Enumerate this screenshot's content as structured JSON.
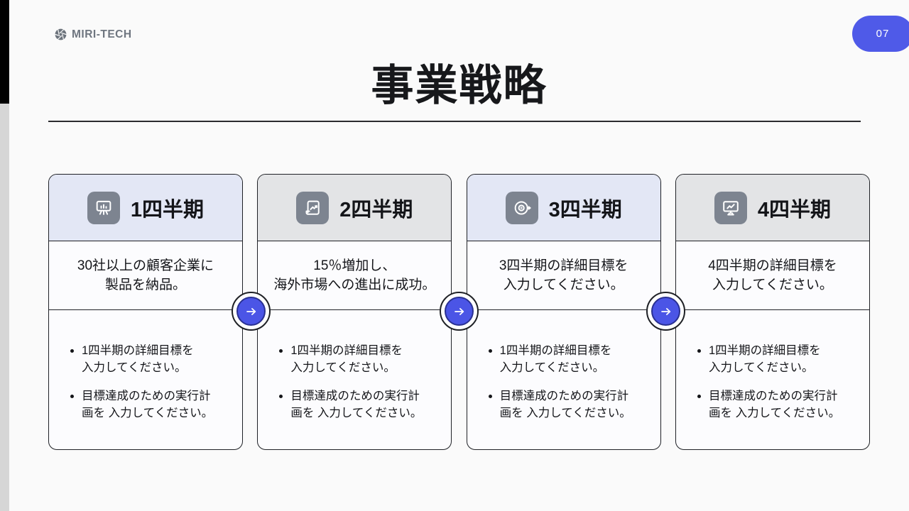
{
  "brand": {
    "name": "MIRI-TECH",
    "icon": "aperture-icon"
  },
  "page_badge": {
    "label": "07",
    "color": "#4f5ae8"
  },
  "header": {
    "title": "事業戦略"
  },
  "colors": {
    "accent_blue": "#4b55e6",
    "badge_blue": "#4f5ae8",
    "header_lavender": "#e3e7f5",
    "header_gray": "#e3e4e6",
    "icon_tile_gray": "#7d8490",
    "card_border": "#1f2126",
    "slide_background": "#fafafa",
    "left_strip_black": "#000000",
    "left_strip_gray": "#d6d6d6"
  },
  "cards": [
    {
      "title": "1四半期",
      "icon": "presentation-chart-icon",
      "header_variant": "lavender",
      "summary_lines": [
        "30社以上の顧客企業に",
        "製品を納品。"
      ],
      "bullets": [
        [
          "1四半期の詳細目標を",
          "入力してください。"
        ],
        [
          "目標達成のための実行計",
          "画を 入力してください。"
        ]
      ]
    },
    {
      "title": "2四半期",
      "icon": "scroll-chart-icon",
      "header_variant": "gray",
      "summary_lines": [
        "15％増加し、",
        "海外市場への進出に成功。"
      ],
      "bullets": [
        [
          "1四半期の詳細目標を",
          "入力してください。"
        ],
        [
          "目標達成のための実行計",
          "画を 入力してください。"
        ]
      ]
    },
    {
      "title": "3四半期",
      "icon": "target-icon",
      "header_variant": "lavender",
      "summary_lines": [
        "3四半期の詳細目標を",
        "入力してください。"
      ],
      "bullets": [
        [
          "1四半期の詳細目標を",
          "入力してください。"
        ],
        [
          "目標達成のための実行計",
          "画を 入力してください。"
        ]
      ]
    },
    {
      "title": "4四半期",
      "icon": "monitor-chart-icon",
      "header_variant": "gray",
      "summary_lines": [
        "4四半期の詳細目標を",
        "入力してください。"
      ],
      "bullets": [
        [
          "1四半期の詳細目標を",
          "入力してください。"
        ],
        [
          "目標達成のための実行計",
          "画を 入力してください。"
        ]
      ]
    }
  ],
  "connectors": {
    "count": 3,
    "icon": "arrow-right-icon"
  }
}
